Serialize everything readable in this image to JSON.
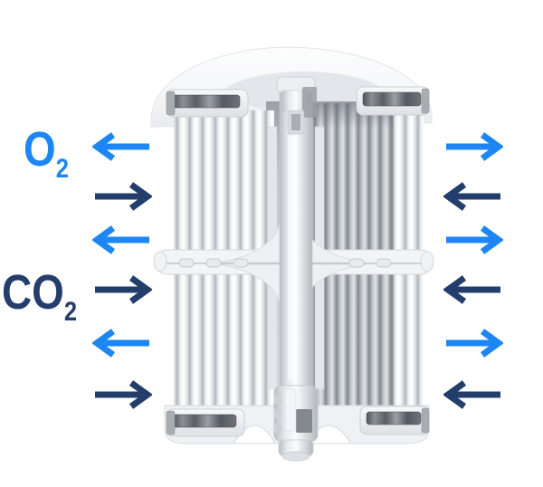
{
  "diagram": {
    "description": "Cutaway cylindrical pleated-membrane gas exchange cartridge with O2 flowing out and CO2 flowing in on both sides",
    "colors": {
      "o2_blue": "#1E86F3",
      "co2_navy": "#243E6B"
    },
    "labels": {
      "o2": {
        "text": "O",
        "sub": "2"
      },
      "co2": {
        "text": "CO",
        "sub": "2"
      }
    },
    "flows": {
      "left_column": [
        {
          "gas": "O2",
          "direction": "left"
        },
        {
          "gas": "CO2",
          "direction": "right"
        },
        {
          "gas": "O2",
          "direction": "left"
        },
        {
          "gas": "CO2",
          "direction": "right"
        },
        {
          "gas": "O2",
          "direction": "left"
        },
        {
          "gas": "CO2",
          "direction": "right"
        }
      ],
      "right_column": [
        {
          "gas": "O2",
          "direction": "right"
        },
        {
          "gas": "CO2",
          "direction": "left"
        },
        {
          "gas": "O2",
          "direction": "right"
        },
        {
          "gas": "CO2",
          "direction": "left"
        },
        {
          "gas": "O2",
          "direction": "right"
        },
        {
          "gas": "CO2",
          "direction": "left"
        }
      ]
    }
  }
}
